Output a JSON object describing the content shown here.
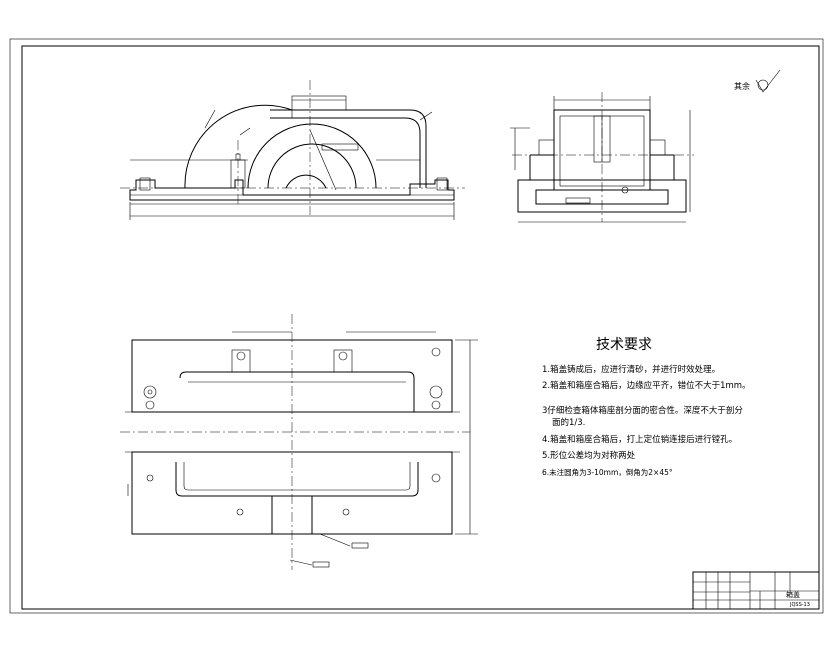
{
  "drawing": {
    "roughness_symbol_label": "其余",
    "requirements_title": "技术要求",
    "requirements": [
      "1.箱盖铸成后，应进行清砂，并进行时效处理。",
      "2.箱盖和箱座合箱后，边缘应平齐，错位不大于1mm。",
      "3仔细检查箱体箱座剖分面的密合性。深度不大于剖分",
      "面的1/3.",
      "4.箱盖和箱座合箱后，打上定位销连接后进行镗孔。",
      "5.形位公差均为对称两处",
      "6.未注圆角为3-10mm，倒角为2×45°"
    ],
    "title_block": {
      "part_name": "箱盖",
      "drawing_number": "JQSS-13"
    }
  }
}
